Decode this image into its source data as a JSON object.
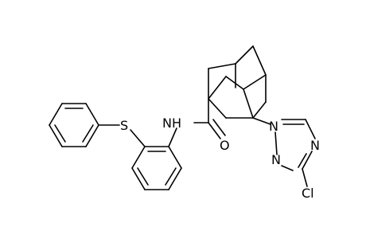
{
  "molecule": {
    "atoms": {
      "sulfur": "S",
      "amide_nh": "NH",
      "carbonyl_oxygen": "O",
      "triazole_n1": "N",
      "triazole_n4": "N",
      "triazole_n2": "N",
      "chlorine": "Cl"
    }
  }
}
